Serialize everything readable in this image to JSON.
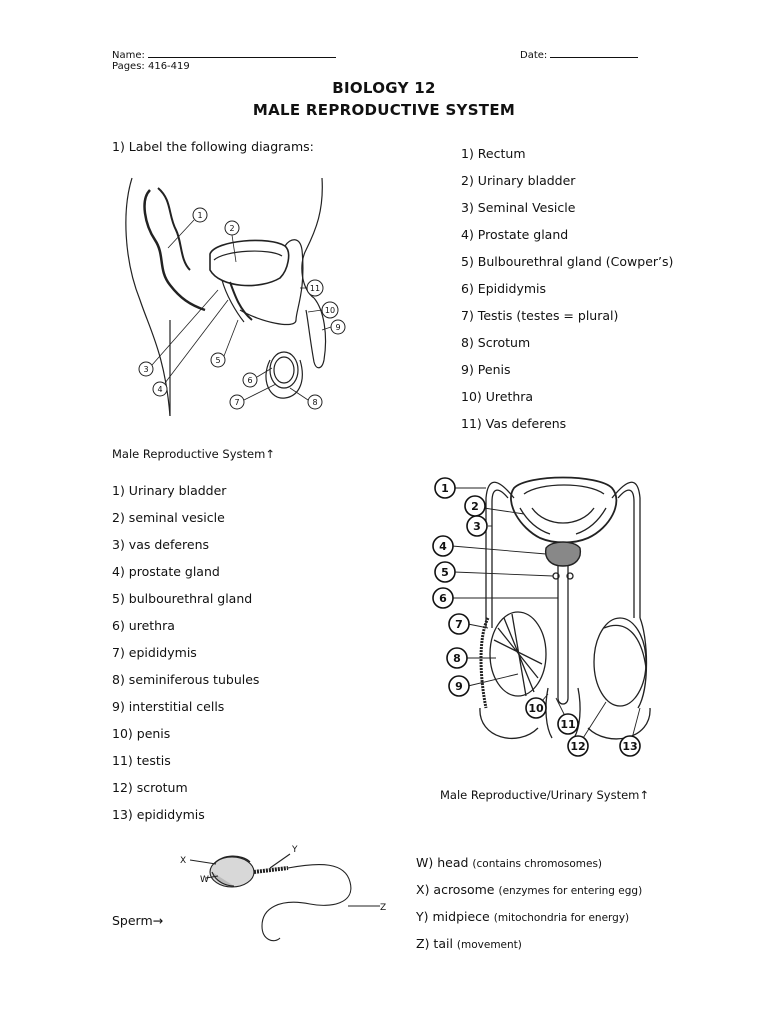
{
  "header": {
    "name_label": "Name:",
    "date_label": "Date:",
    "pages_label": "Pages:  416-419"
  },
  "title": {
    "line1": "BIOLOGY 12",
    "line2": "MALE REPRODUCTIVE SYSTEM"
  },
  "question1": "1)  Label the following diagrams:",
  "diagram1": {
    "caption": "Male Reproductive System↑",
    "labels": [
      "1)  Rectum",
      "2)  Urinary bladder",
      "3)  Seminal Vesicle",
      "4)  Prostate gland",
      "5)  Bulbourethral gland (Cowper’s)",
      "6)  Epididymis",
      "7)  Testis (testes = plural)",
      "8)  Scrotum",
      "9)  Penis",
      "10) Urethra",
      "11) Vas deferens"
    ],
    "markers": [
      "1",
      "2",
      "3",
      "4",
      "5",
      "6",
      "7",
      "8",
      "9",
      "10",
      "11"
    ]
  },
  "diagram2": {
    "caption": "Male Reproductive/Urinary System↑",
    "labels": [
      "1)  Urinary bladder",
      "2)  seminal vesicle",
      "3)  vas deferens",
      "4)  prostate gland",
      "5)  bulbourethral gland",
      "6)  urethra",
      "7)  epididymis",
      "8)  seminiferous tubules",
      "9)  interstitial cells",
      "10) penis",
      "11) testis",
      "12) scrotum",
      "13) epididymis"
    ],
    "markers": [
      "1",
      "2",
      "3",
      "4",
      "5",
      "6",
      "7",
      "8",
      "9",
      "10",
      "11",
      "12",
      "13"
    ]
  },
  "sperm": {
    "label": "Sperm→",
    "markers": [
      "X",
      "Y",
      "W",
      "Z"
    ],
    "parts": [
      {
        "name": "W)  head",
        "note": "(contains chromosomes)"
      },
      {
        "name": "X)  acrosome",
        "note": "(enzymes for entering egg)"
      },
      {
        "name": "Y)  midpiece",
        "note": "(mitochondria for energy)"
      },
      {
        "name": "Z)  tail",
        "note": "(movement)"
      }
    ]
  }
}
